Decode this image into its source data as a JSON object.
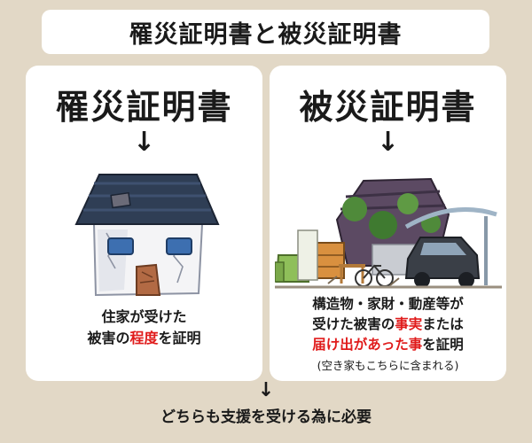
{
  "title": "罹災証明書と被災証明書",
  "left_panel": {
    "heading": "罹災証明書",
    "arrow": "↓",
    "caption_line1": "住家が受けた",
    "caption_line2_pre": "被害の",
    "caption_line2_red": "程度",
    "caption_line2_post": "を証明"
  },
  "right_panel": {
    "heading": "被災証明書",
    "arrow": "↓",
    "caption_line1": "構造物・家財・動産等が",
    "caption_line2_pre": "受けた被害の",
    "caption_line2_red": "事実",
    "caption_line2_post": "または",
    "caption_line3_red": "届け出があった事",
    "caption_line3_post": "を証明",
    "note": "(空き家もこちらに含まれる)"
  },
  "bottom_arrow": "↓",
  "bottom_text": "どちらも支援を受ける為に必要",
  "colors": {
    "background": "#e2d8c6",
    "panel": "#ffffff",
    "highlight": "#e01b1b"
  }
}
